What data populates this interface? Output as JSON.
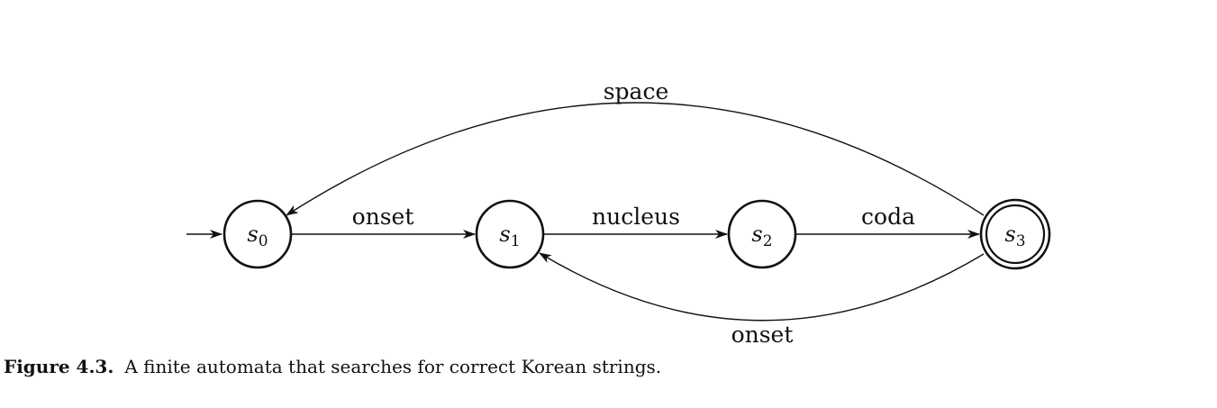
{
  "figure": {
    "caption_number": "Figure 4.3.",
    "caption_text": "A finite automata that searches for correct Korean strings."
  },
  "states": [
    {
      "id": "s0",
      "name": "s",
      "sub": "0",
      "accepting": false
    },
    {
      "id": "s1",
      "name": "s",
      "sub": "1",
      "accepting": false
    },
    {
      "id": "s2",
      "name": "s",
      "sub": "2",
      "accepting": false
    },
    {
      "id": "s3",
      "name": "s",
      "sub": "3",
      "accepting": true
    }
  ],
  "start_state": "s0",
  "transitions": [
    {
      "from": "s0",
      "to": "s1",
      "label": "onset"
    },
    {
      "from": "s1",
      "to": "s2",
      "label": "nucleus"
    },
    {
      "from": "s2",
      "to": "s3",
      "label": "coda"
    },
    {
      "from": "s3",
      "to": "s0",
      "label": "space"
    },
    {
      "from": "s3",
      "to": "s1",
      "label": "onset"
    }
  ],
  "colors": {
    "ink": "#111111",
    "background": "#ffffff"
  }
}
